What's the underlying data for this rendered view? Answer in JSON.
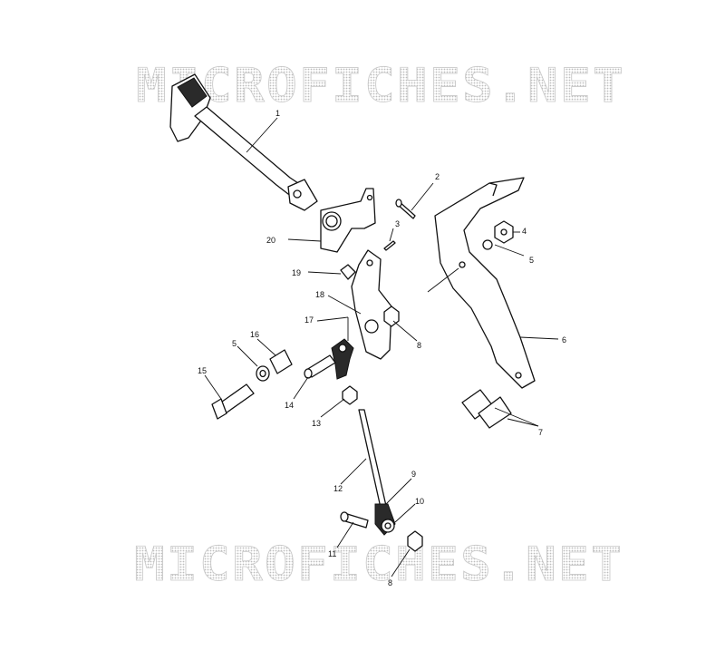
{
  "watermark": {
    "top_text": "MICROFICHES.NET",
    "bottom_text": "MICROFICHES.NET"
  },
  "callouts": {
    "c1": "1",
    "c2": "2",
    "c3": "3",
    "c4": "4",
    "c5a": "5",
    "c5b": "5",
    "c6": "6",
    "c7": "7",
    "c8a": "8",
    "c8b": "8",
    "c9": "9",
    "c10": "10",
    "c11": "11",
    "c12": "12",
    "c13": "13",
    "c14": "14",
    "c15": "15",
    "c16": "16",
    "c17": "17",
    "c18": "18",
    "c19": "19",
    "c20": "20"
  }
}
